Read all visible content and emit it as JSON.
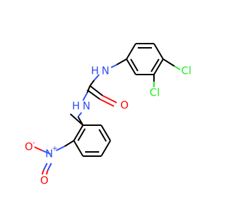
{
  "colors": {
    "carbon_bond": "#000000",
    "nitrogen": "#3050F8",
    "oxygen": "#FF0D0D",
    "chlorine": "#1FF01F"
  },
  "atoms": {
    "nh_top": "N",
    "nh_top_h": "H",
    "nh_bottom": "N",
    "nh_bottom_h": "H",
    "carbonyl_o": "O",
    "cl_upper": "Cl",
    "cl_lower": "Cl",
    "nitro_n": "N",
    "nitro_n_charge": "+",
    "nitro_o": "O",
    "nitro_o_charge": "-"
  }
}
